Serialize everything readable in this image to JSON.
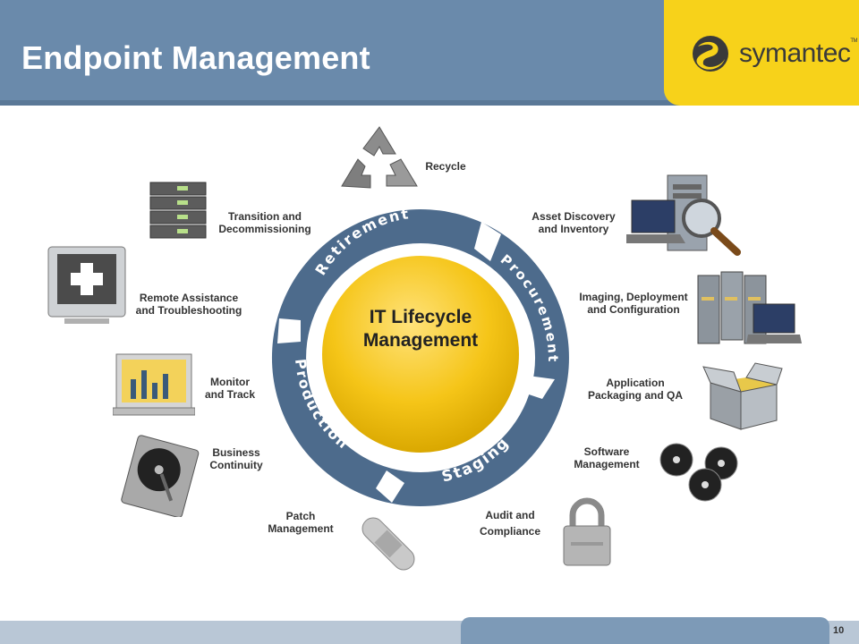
{
  "slide": {
    "title": "Endpoint Management",
    "logo_text": "symantec",
    "logo_tm": "TM",
    "page_number": "10"
  },
  "diagram": {
    "center_label": "IT Lifecycle\nManagement",
    "ring_segments": [
      "Retirement",
      "Procurement",
      "Staging",
      "Production"
    ],
    "colors": {
      "ring": "#4d6b8c",
      "center": "#f5c518",
      "header": "#6a8aab",
      "logo_bg": "#f7d21a"
    },
    "items": [
      {
        "label": "Recycle",
        "icon": "recycle-icon"
      },
      {
        "label": "Asset Discovery\nand Inventory",
        "icon": "server-magnifier-icon"
      },
      {
        "label": "Imaging, Deployment\nand Configuration",
        "icon": "server-rack-laptop-icon"
      },
      {
        "label": "Application\nPackaging and QA",
        "icon": "open-box-icon"
      },
      {
        "label": "Software\nManagement",
        "icon": "discs-icon"
      },
      {
        "label": "Audit and\nCompliance",
        "icon": "padlock-icon"
      },
      {
        "label": "Patch\nManagement",
        "icon": "bandage-icon"
      },
      {
        "label": "Business\nContinuity",
        "icon": "hard-drive-icon"
      },
      {
        "label": "Monitor\nand Track",
        "icon": "monitor-chart-icon"
      },
      {
        "label": "Remote Assistance\nand Troubleshooting",
        "icon": "monitor-cross-icon"
      },
      {
        "label": "Transition and\nDecommissioning",
        "icon": "server-stack-icon"
      }
    ]
  }
}
